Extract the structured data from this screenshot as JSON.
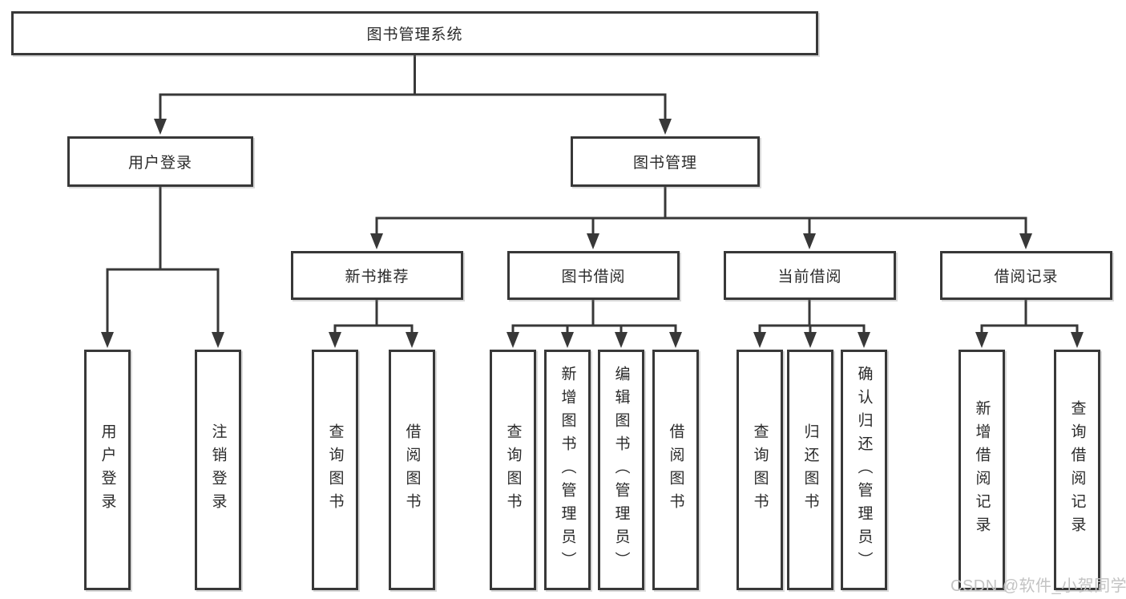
{
  "diagram": {
    "root": {
      "label": "图书管理系统"
    },
    "level2": [
      {
        "label": "用户登录"
      },
      {
        "label": "图书管理"
      }
    ],
    "level3": [
      {
        "label": "新书推荐"
      },
      {
        "label": "图书借阅"
      },
      {
        "label": "当前借阅"
      },
      {
        "label": "借阅记录"
      }
    ],
    "leaves": {
      "user_login": [
        {
          "label": "用户登录"
        },
        {
          "label": "注销登录"
        }
      ],
      "new_book_recommend": [
        {
          "label": "查询图书"
        },
        {
          "label": "借阅图书"
        }
      ],
      "book_borrow": [
        {
          "label": "查询图书"
        },
        {
          "label": "新增图书（管理员）"
        },
        {
          "label": "编辑图书（管理员）"
        },
        {
          "label": "借阅图书"
        }
      ],
      "current_borrow": [
        {
          "label": "查询图书"
        },
        {
          "label": "归还图书"
        },
        {
          "label": "确认归还（管理员）"
        }
      ],
      "borrow_records": [
        {
          "label": "新增借阅记录"
        },
        {
          "label": "查询借阅记录"
        }
      ]
    },
    "watermark": "CSDN @软件_小贺同学",
    "colors": {
      "line": "#383838",
      "box_border": "#383838",
      "text": "#2b2b2b",
      "watermark": "#c3c3c3",
      "background": "#ffffff"
    }
  }
}
